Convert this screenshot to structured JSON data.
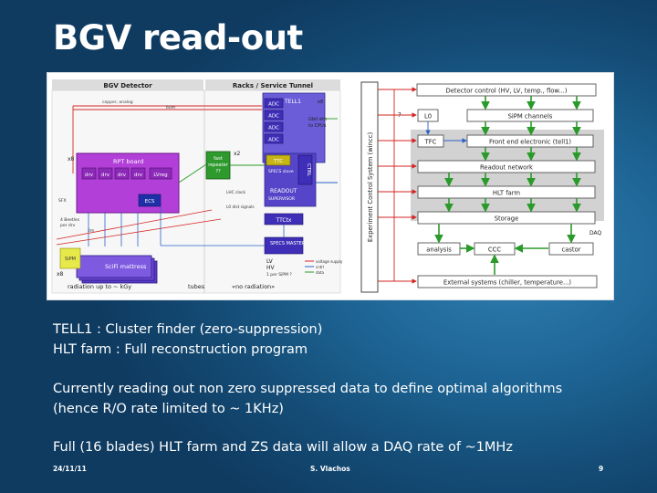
{
  "slide": {
    "title": "BGV read-out",
    "date": "24/11/11",
    "author": "S. Vlachos",
    "page": "9",
    "paragraphs": [
      [
        "TELL1 : Cluster finder (zero-suppression)",
        "HLT farm : Full reconstruction program"
      ],
      [
        "Currently reading out non zero suppressed data to define optimal algorithms",
        "(hence R/O rate limited to ~ 1KHz)"
      ],
      [
        "Full (16 blades) HLT farm and ZS data will allow a DAQ rate of ~1MHz"
      ]
    ]
  },
  "diagram": {
    "bgv_detector": "BGV Detector",
    "racks": "Racks / Service Tunnel",
    "copper_analog": "copper, analog",
    "len_60m": "60m",
    "x8": "x8",
    "rpi_board": "RPT board",
    "drv": "drv",
    "lvreg": "LVreg",
    "ecs": "ECS",
    "sfx": "SFX",
    "bedies": "4 Beetles",
    "per_drv": "per drv",
    "len_2m": "2m",
    "sipm": "SiPM",
    "scifi": "SciFi mattress",
    "radiation": "radiation up to ~ kGy",
    "tubes": "tubes",
    "no_radiation": "«no radiation»",
    "fast_repeater": "fast",
    "fast_repeater2": "repeater",
    "fast_repeater3": "??",
    "lhc_clock": "LHC clock",
    "l0_dist": "L0 dist signals",
    "x2": "x2",
    "tell1": "TELL1",
    "adc": "ADC",
    "gbit_eth": "Gbit eth",
    "to_cpus": "to CPUs",
    "ttc": "TTC",
    "specs_slave": "SPECS slave",
    "ctrl": "CTRL",
    "readout_supervisor": "READOUT SUPERVISOR",
    "ttctx": "TTCtx",
    "specs_master": "SPECS MASTER",
    "lv": "LV",
    "hv": "HV",
    "hv_note": "1 per SiPM ?",
    "legend_voltage": "voltage supply",
    "legend_ctrl": "cntrl",
    "legend_data": "data",
    "ecs_vertical": "Experiment Control System (wincc)",
    "detector_control": "Detector control (HV, LV, temp., flow...)",
    "qmark": "?",
    "l0": "L0",
    "sipm_channels": "SiPM channels",
    "tfc": "TFC",
    "front_end": "Front end electronic (tell1)",
    "readout_network": "Readout network",
    "hlt_farm": "HLT farm",
    "storage": "Storage",
    "daq": "DAQ",
    "analysis": "analysis",
    "ccc": "CCC",
    "castor": "castor",
    "external": "External systems (chiller, temperature...)"
  }
}
